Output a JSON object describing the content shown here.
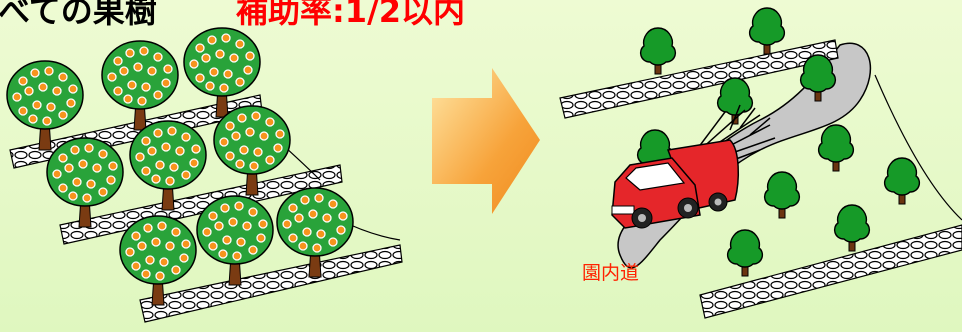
{
  "header": {
    "left_text": "べての果樹",
    "right_text": "補助率:1/2以内"
  },
  "right_panel": {
    "road_label": "園内道"
  },
  "colors": {
    "background": "#e6f8c6",
    "accent_red": "#ff0000",
    "tree_green": "#1f9a2a",
    "fruit_orange": "#f7941d",
    "arrow_orange": "#f7a33a",
    "truck_red": "#e5262a",
    "road_gray": "#c7c7c7"
  },
  "icons": {
    "left_panel": "orchard-fruit-trees-icon",
    "arrow": "right-arrow-icon",
    "truck": "truck-icon",
    "trees": "tree-icon",
    "stone_wall": "stone-wall-icon"
  }
}
